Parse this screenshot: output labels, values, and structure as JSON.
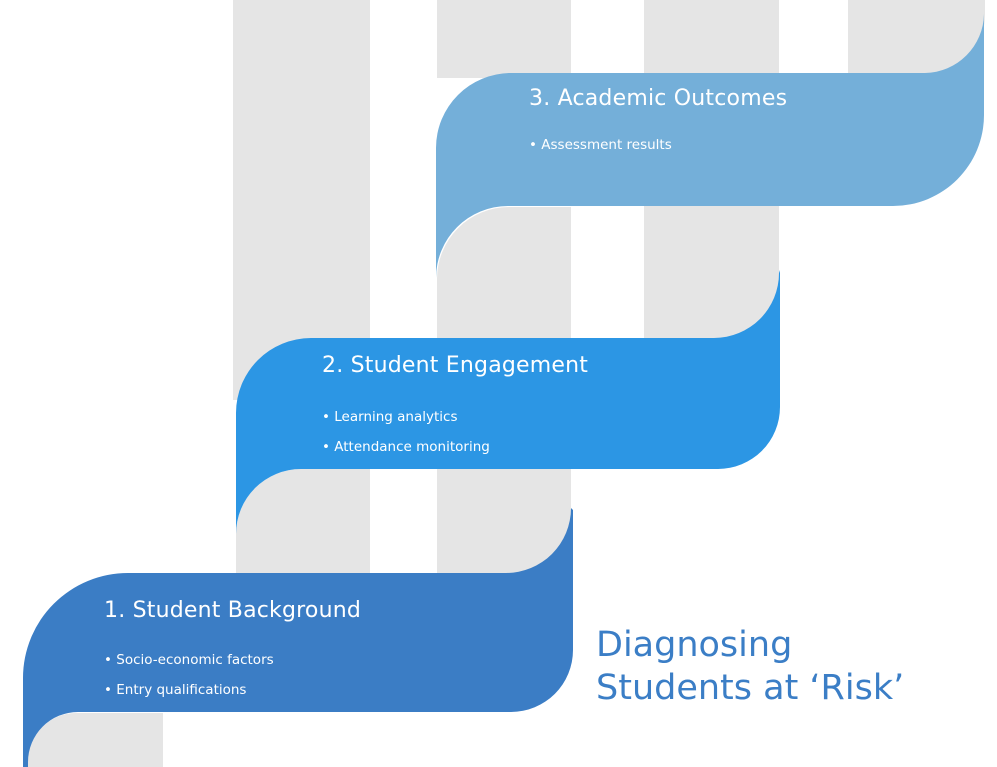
{
  "slide": {
    "title_line1": "Diagnosing",
    "title_line2": "Students at ‘Risk’"
  },
  "banners": [
    {
      "heading": "1. Student Background",
      "items": [
        "Socio-economic factors",
        "Entry qualifications"
      ],
      "color": "#3B7DC5"
    },
    {
      "heading": "2. Student Engagement",
      "items": [
        "Learning analytics",
        "Attendance monitoring"
      ],
      "color": "#2C96E4"
    },
    {
      "heading": "3. Academic Outcomes",
      "items": [
        "Assessment results"
      ],
      "color": "#74AFD9"
    }
  ],
  "colors": {
    "banner1": "#3B7DC5",
    "banner2": "#2C96E4",
    "banner3": "#74AFD9",
    "bar_gray": "#E5E5E5",
    "title_text": "#3B7EC6",
    "banner_text": "#FFFFFF",
    "background": "#FFFFFF"
  }
}
